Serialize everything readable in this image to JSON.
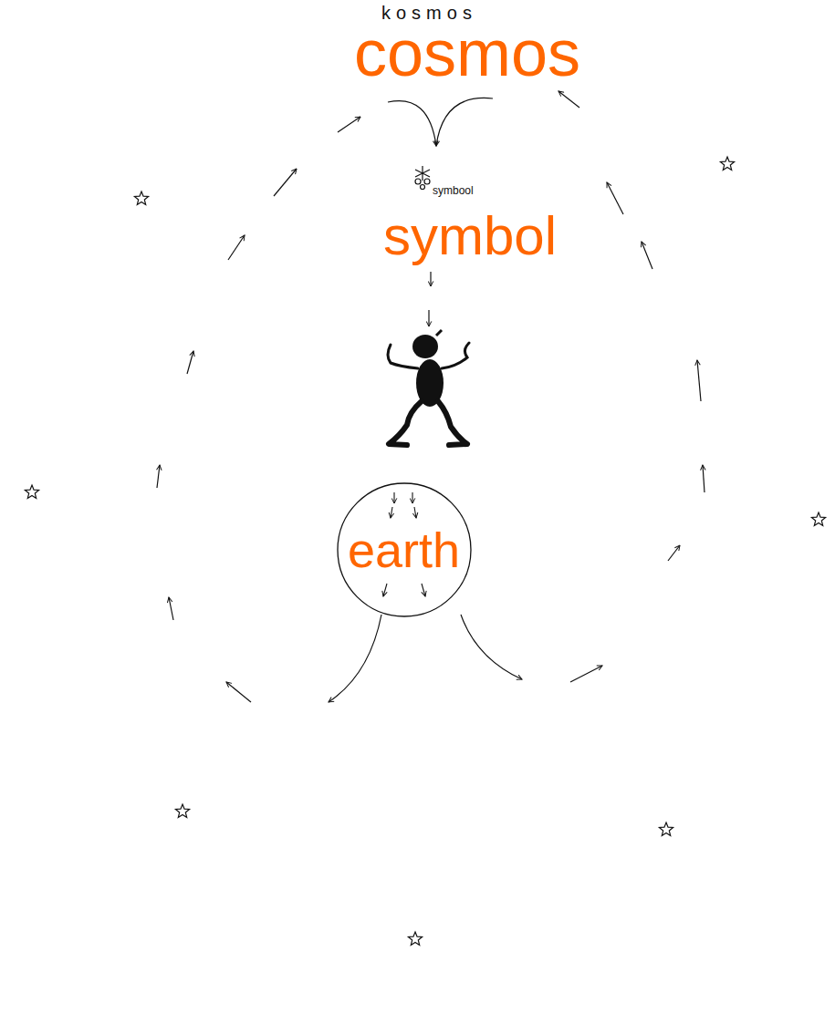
{
  "diagram": {
    "nodes": [
      {
        "text": [
          "earth"
        ]
      }
    ],
    "labels": [
      "kosmos",
      "cosmos",
      "symbool",
      "symbol"
    ]
  }
}
